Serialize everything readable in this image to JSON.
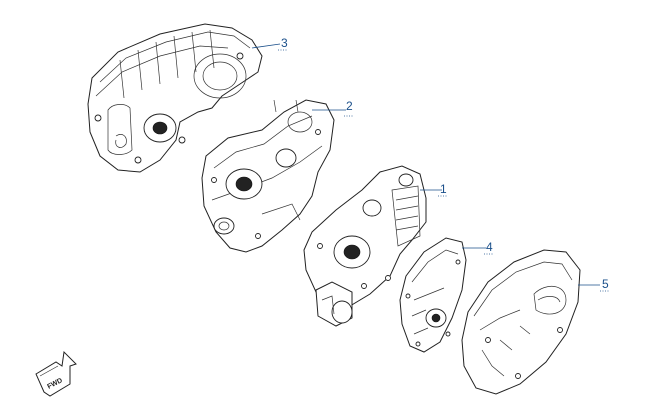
{
  "diagram": {
    "callouts": [
      {
        "id": "1",
        "label": "1"
      },
      {
        "id": "2",
        "label": "2"
      },
      {
        "id": "3",
        "label": "3"
      },
      {
        "id": "4",
        "label": "4"
      },
      {
        "id": "5",
        "label": "5"
      }
    ],
    "direction_badge": "FWD"
  }
}
